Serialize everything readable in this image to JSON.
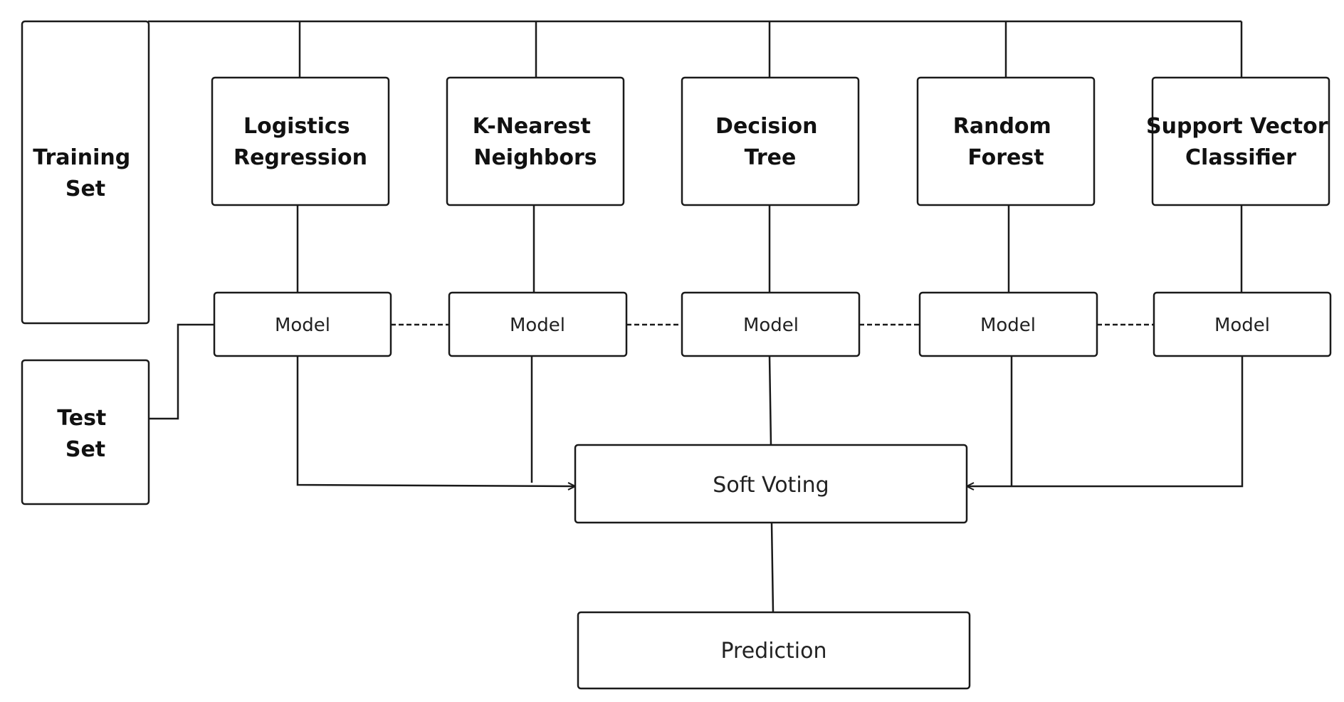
{
  "inputs": {
    "training_set": [
      "Training",
      "Set"
    ],
    "test_set": [
      "Test",
      "Set"
    ]
  },
  "classifiers": [
    {
      "name": [
        "Logistics",
        "Regression"
      ],
      "model_label": "Model"
    },
    {
      "name": [
        "K-Nearest",
        "Neighbors"
      ],
      "model_label": "Model"
    },
    {
      "name": [
        "Decision",
        "Tree"
      ],
      "model_label": "Model"
    },
    {
      "name": [
        "Random",
        "Forest"
      ],
      "model_label": "Model"
    },
    {
      "name": [
        "Support Vector",
        "Classifier"
      ],
      "model_label": "Model"
    }
  ],
  "ensemble": {
    "voting_label": "Soft Voting",
    "output_label": "Prediction"
  }
}
